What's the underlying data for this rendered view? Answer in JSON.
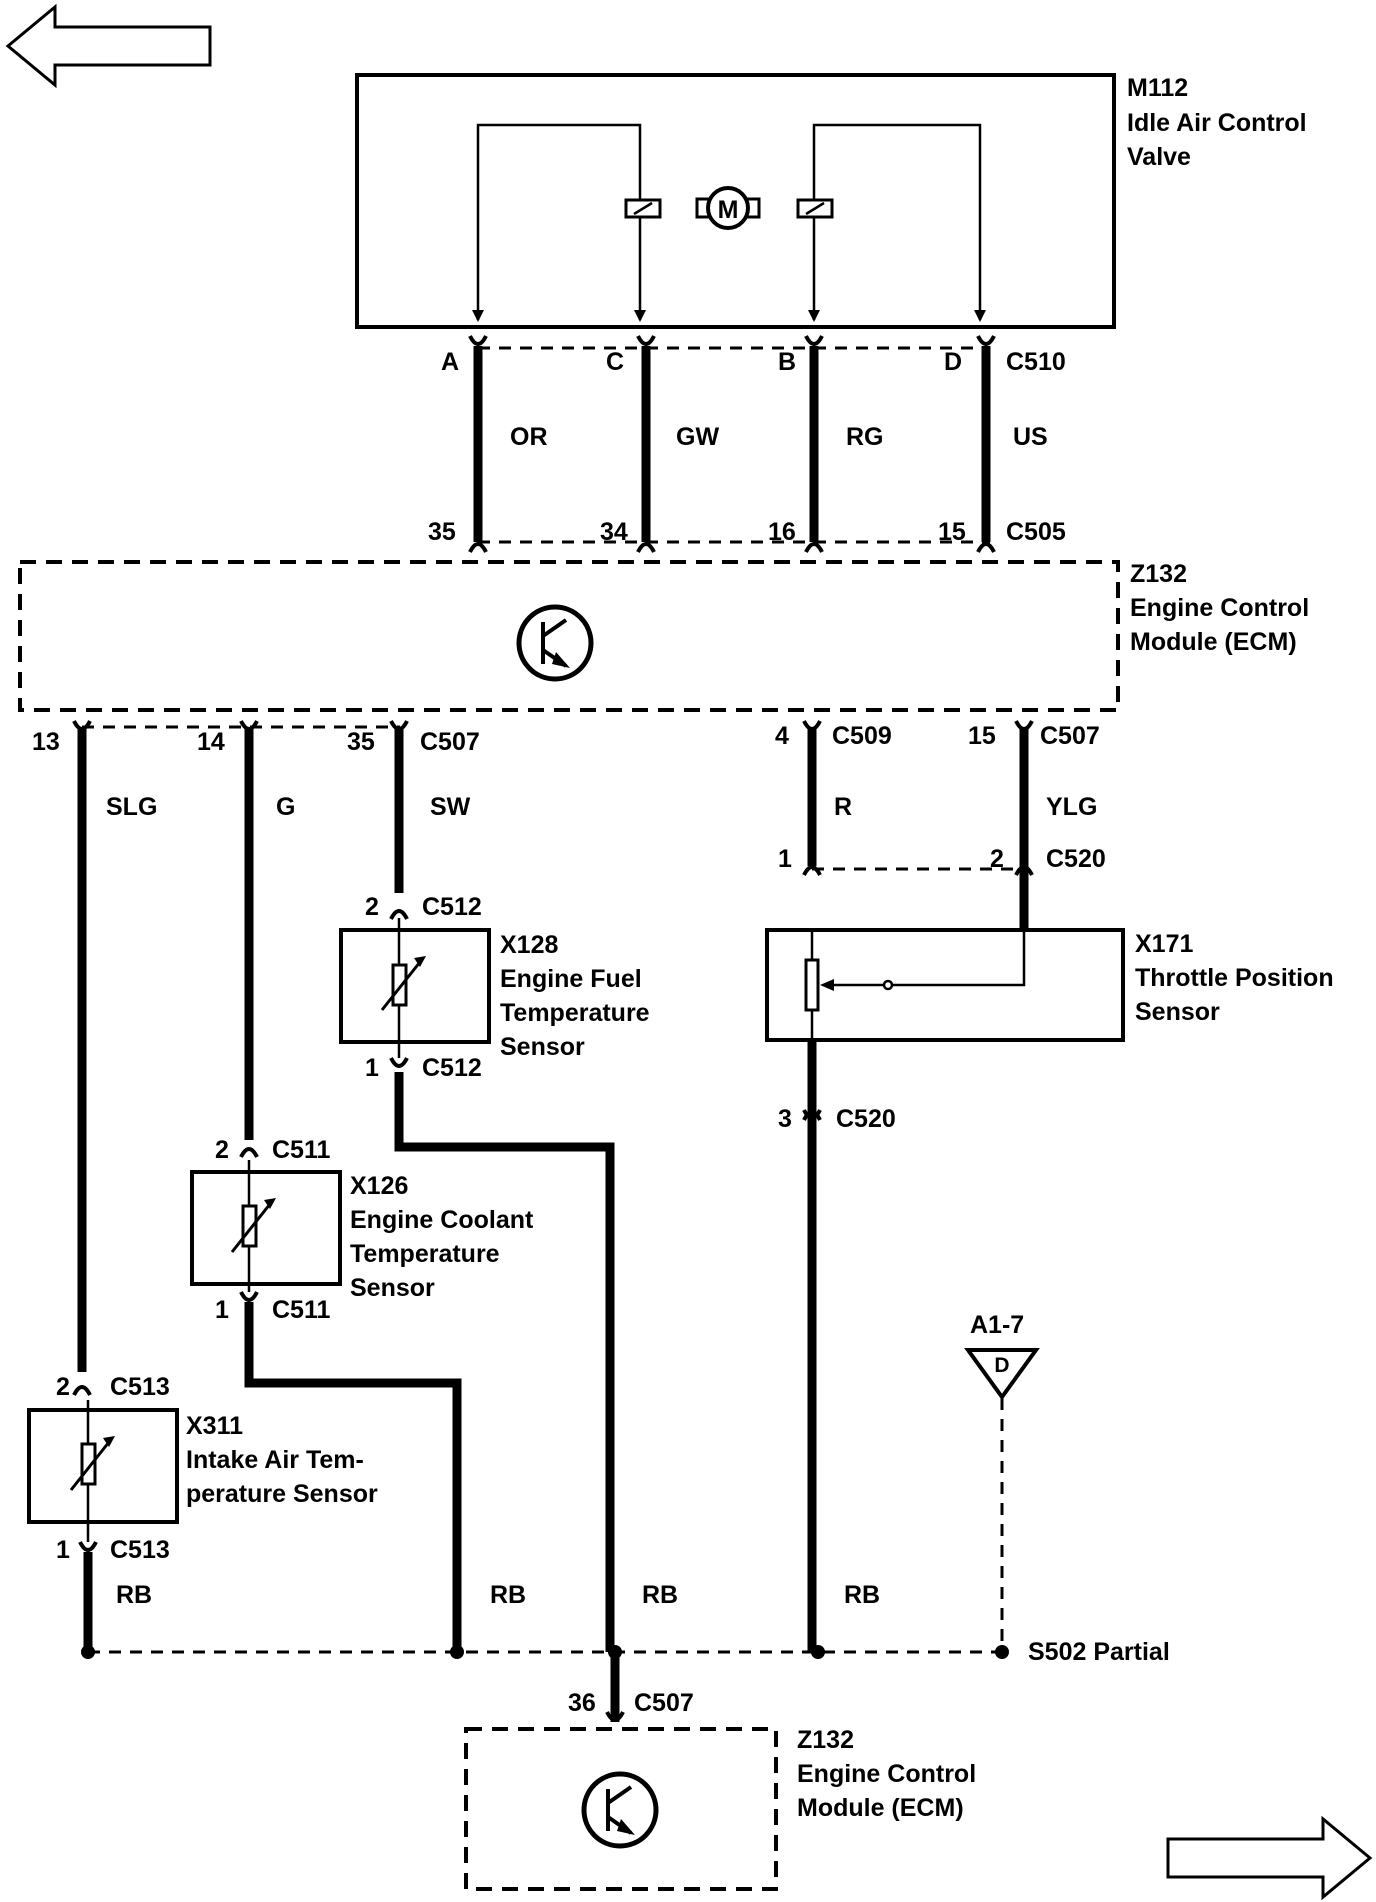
{
  "components": {
    "iacv": {
      "ref": "M112",
      "name_line1": "Idle Air Control",
      "name_line2": "Valve",
      "motor_symbol": "M"
    },
    "ecm_top": {
      "ref": "Z132",
      "name_line1": "Engine Control",
      "name_line2": "Module (ECM)"
    },
    "ecm_bottom": {
      "ref": "Z132",
      "name_line1": "Engine Control",
      "name_line2": "Module (ECM)"
    },
    "fuel_temp": {
      "ref": "X128",
      "name_line1": "Engine Fuel",
      "name_line2": "Temperature",
      "name_line3": "Sensor"
    },
    "coolant_temp": {
      "ref": "X126",
      "name_line1": "Engine Coolant",
      "name_line2": "Temperature",
      "name_line3": "Sensor"
    },
    "intake_air": {
      "ref": "X311",
      "name_line1": "Intake Air Tem-",
      "name_line2": "perature Sensor"
    },
    "tps": {
      "ref": "X171",
      "name_line1": "Throttle Position",
      "name_line2": "Sensor"
    }
  },
  "connectors": {
    "c510": "C510",
    "c505": "C505",
    "c507_a": "C507",
    "c509": "C509",
    "c507_b": "C507",
    "c520_a": "C520",
    "c520_b": "C520",
    "c512_a": "C512",
    "c512_b": "C512",
    "c511_a": "C511",
    "c511_b": "C511",
    "c513_a": "C513",
    "c513_b": "C513",
    "c507_c": "C507"
  },
  "pins": {
    "iacv": [
      "A",
      "C",
      "B",
      "D"
    ],
    "ecm_top_in": [
      "35",
      "34",
      "16",
      "15"
    ],
    "ecm_out": [
      "13",
      "14",
      "35",
      "4",
      "15"
    ],
    "tps_c520": [
      "1",
      "2",
      "3"
    ],
    "c512": [
      "2",
      "1"
    ],
    "c511": [
      "2",
      "1"
    ],
    "c513": [
      "2",
      "1"
    ],
    "ecm_bottom": "36"
  },
  "wire_colors": {
    "iacv": [
      "OR",
      "GW",
      "RG",
      "US"
    ],
    "ecm_out": [
      "SLG",
      "G",
      "SW",
      "R",
      "YLG"
    ],
    "ground": [
      "RB",
      "RB",
      "RB",
      "RB"
    ]
  },
  "ground_ref": {
    "page_ref": "A1-7",
    "symbol_letter": "D"
  },
  "splice": "S502 Partial",
  "nav": {
    "prev": "previous-page-arrow",
    "next": "next-page-arrow"
  }
}
